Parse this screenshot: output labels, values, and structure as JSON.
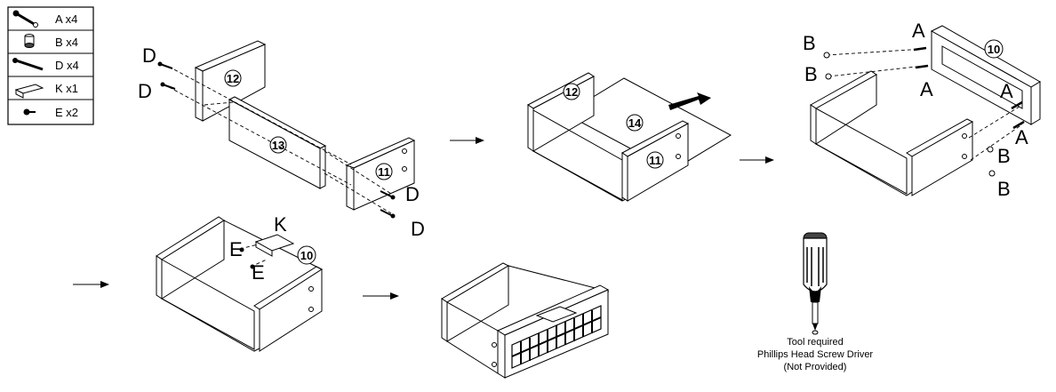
{
  "parts_table": [
    {
      "icon": "cam-bolt-icon",
      "label": "A x4"
    },
    {
      "icon": "cam-lock-icon",
      "label": "B x4"
    },
    {
      "icon": "screw-icon",
      "label": "D x4"
    },
    {
      "icon": "bracket-icon",
      "label": "K x1"
    },
    {
      "icon": "dowel-icon",
      "label": "E x2"
    }
  ],
  "part_letters": {
    "A": "A",
    "B": "B",
    "D": "D",
    "K": "K",
    "E": "E"
  },
  "panel_numbers": {
    "p10": "10",
    "p11": "11",
    "p12": "12",
    "p13": "13",
    "p14": "14"
  },
  "tool_note": {
    "line1": "Tool required",
    "line2": "Phillips Head Screw Driver",
    "line3": "(Not Provided)"
  }
}
